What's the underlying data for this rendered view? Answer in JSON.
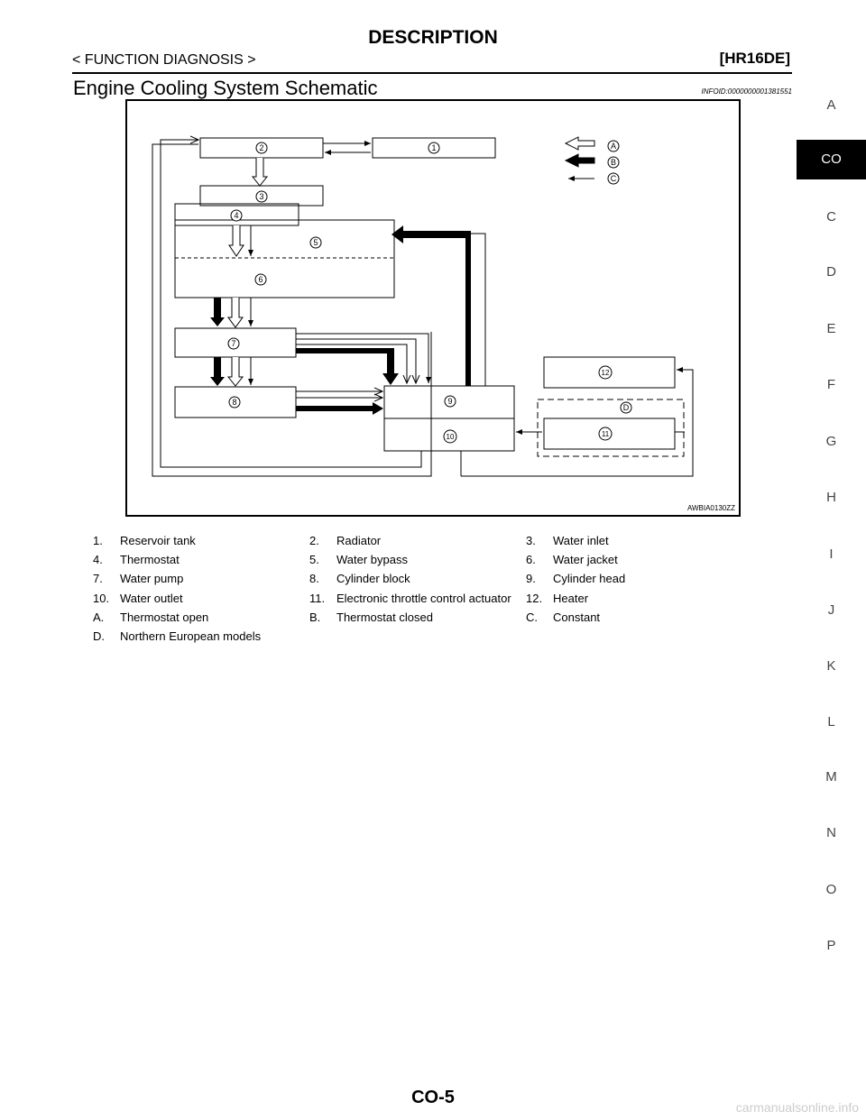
{
  "header": {
    "title": "DESCRIPTION",
    "breadcrumb": "< FUNCTION DIAGNOSIS >",
    "engine": "[HR16DE]"
  },
  "section": {
    "title": "Engine Cooling System Schematic",
    "info_id": "INFOID:0000000001381551"
  },
  "figure": {
    "code": "AWBIA0130ZZ",
    "callouts": [
      "1",
      "2",
      "3",
      "4",
      "5",
      "6",
      "7",
      "8",
      "9",
      "10",
      "11",
      "12",
      "A",
      "B",
      "C",
      "D"
    ]
  },
  "legend": [
    [
      {
        "num": "1.",
        "text": "Reservoir tank"
      },
      {
        "num": "2.",
        "text": "Radiator"
      },
      {
        "num": "3.",
        "text": "Water inlet"
      }
    ],
    [
      {
        "num": "4.",
        "text": "Thermostat"
      },
      {
        "num": "5.",
        "text": "Water bypass"
      },
      {
        "num": "6.",
        "text": "Water jacket"
      }
    ],
    [
      {
        "num": "7.",
        "text": "Water pump"
      },
      {
        "num": "8.",
        "text": "Cylinder block"
      },
      {
        "num": "9.",
        "text": "Cylinder head"
      }
    ],
    [
      {
        "num": "10.",
        "text": "Water outlet"
      },
      {
        "num": "11.",
        "text": "Electronic throttle control actuator"
      },
      {
        "num": "12.",
        "text": "Heater"
      }
    ],
    [
      {
        "num": "A.",
        "text": "Thermostat open"
      },
      {
        "num": "B.",
        "text": "Thermostat closed"
      },
      {
        "num": "C.",
        "text": "Constant"
      }
    ],
    [
      {
        "num": "D.",
        "text": "Northern European models"
      }
    ]
  ],
  "sidebar": {
    "tabs": [
      "A",
      "CO",
      "C",
      "D",
      "E",
      "F",
      "G",
      "H",
      "I",
      "J",
      "K",
      "L",
      "M",
      "N",
      "O",
      "P"
    ],
    "active": "CO"
  },
  "footer": {
    "page": "CO-5",
    "watermark": "carmanualsonline.info"
  }
}
